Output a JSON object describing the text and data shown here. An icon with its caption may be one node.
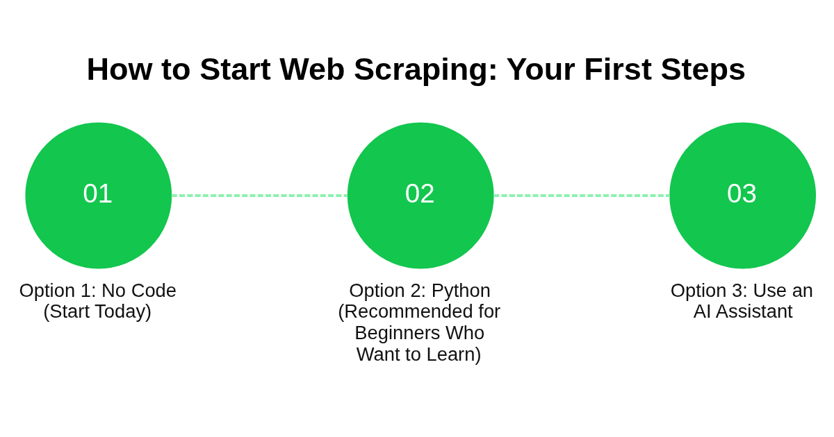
{
  "diagram": {
    "title": "How to Start Web Scraping: Your First Steps",
    "nodes": [
      {
        "text": [
          "01"
        ],
        "beside": [
          "Option 1: No Code (Start Today)"
        ]
      },
      {
        "text": [
          "02"
        ],
        "beside": [
          "Option 2: Python (Recommended for Beginners Who Want to Learn)"
        ]
      },
      {
        "text": [
          "03"
        ],
        "beside": [
          "Option 3: Use an AI Assistant"
        ]
      }
    ],
    "edges": [
      {
        "from": 0,
        "to": 1,
        "arrow": "none",
        "style": "dashed"
      },
      {
        "from": 1,
        "to": 2,
        "arrow": "none",
        "style": "dashed"
      }
    ]
  }
}
